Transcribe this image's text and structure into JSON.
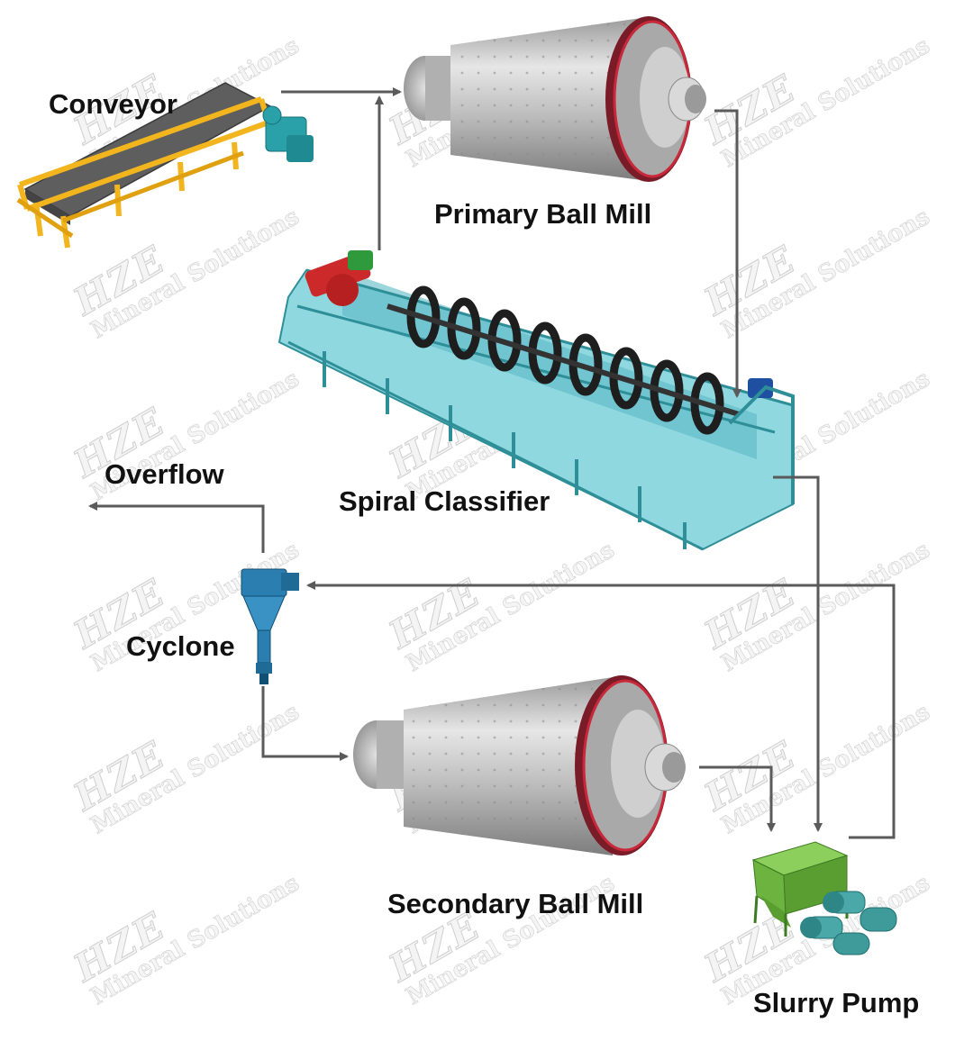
{
  "labels": {
    "conveyor": "Conveyor",
    "primary_ball_mill": "Primary Ball Mill",
    "spiral_classifier": "Spiral Classifier",
    "overflow": "Overflow",
    "cyclone": "Cyclone",
    "secondary_ball_mill": "Secondary Ball Mill",
    "slurry_pump": "Slurry Pump"
  },
  "watermark": {
    "brand": "HZE",
    "subtitle": "Mineral Solutions"
  },
  "colors": {
    "arrow": "#5a5a5a",
    "mill_shell": "#b9b9b9",
    "mill_gear": "#8a1c2c",
    "classifier": "#6fc7d2",
    "conveyor_frame": "#f2b51e",
    "conveyor_motor": "#2aa0a8",
    "cyclone": "#2a7fb0",
    "pump_tank": "#6db33f"
  }
}
